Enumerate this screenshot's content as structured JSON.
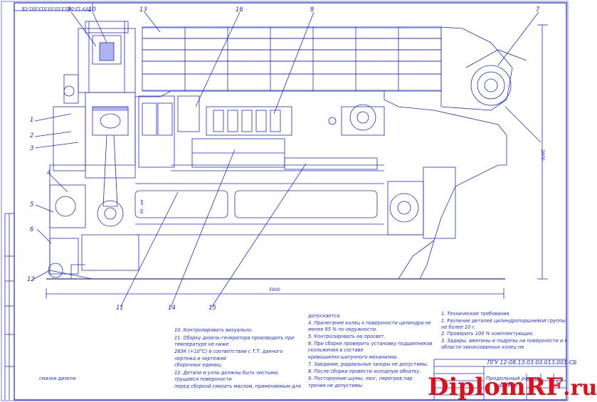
{
  "doc_code_top": "ПГУ 12-08.13.03.03.013.001-СБ",
  "part_labels": [
    "1",
    "2",
    "3",
    "4",
    "5",
    "6",
    "7",
    "8",
    "9",
    "10",
    "11",
    "12",
    "13",
    "14",
    "15",
    "16"
  ],
  "dimensions": {
    "length": "5900",
    "height": "2600",
    "bore": "Ø1...мм"
  },
  "notes_left": [
    "10. Контролировать визуально.",
    "11. Сборку дизель-генератора производить при",
    "температуре не ниже",
    "283К (+10°С) в соответствии с Т.Т. данного",
    "чертежа и чертежей",
    "сборочных единиц.",
    "12. Детали и узлы должны быть чистыми,",
    "трущиеся поверхности",
    "перед сборкой смазать маслом, применяемым для"
  ],
  "notes_left_tail": "смазки дизеля.",
  "notes_middle": [
    "допускается.",
    "4. Прилегание колец к поверхности цилиндра не",
    "менее 95 % по окружности.",
    "5. Контролировать на просвет.",
    "6. При сборке проверить установку подшипников",
    "скольжения                в               составе",
    "кривошипно-шатунного механизма.",
    "7. Заедание, радиальные зазоры не допустимы.",
    "8. После сборки провести холодную обкатку.",
    "9. Посторонние шумы, лязг, перегрев пар",
    "трения не допустимы."
  ],
  "notes_right": [
    "1. Технические требования",
    "1. Различие деталей цилиндропоршневой группы",
    "не более 10 г.",
    "2. Проверить 100 % комплектующих.",
    "3. Задиры, вмятины и подрезы на поверхности и в",
    "области         закоксованных         колец        не"
  ],
  "title_block": {
    "code": "ПГУ 12-08.13.03.03.013.001-СБ",
    "title_line1": "Продольный разрез",
    "title_line2": "дизеля",
    "sheet": "11"
  },
  "watermark": {
    "main": "DiplomRF",
    "suffix": ".ru",
    "color": "#e10f17"
  },
  "colors": {
    "ink": "#1e2bd0",
    "paper": "#ffffff",
    "watermark": "#e10f17"
  }
}
